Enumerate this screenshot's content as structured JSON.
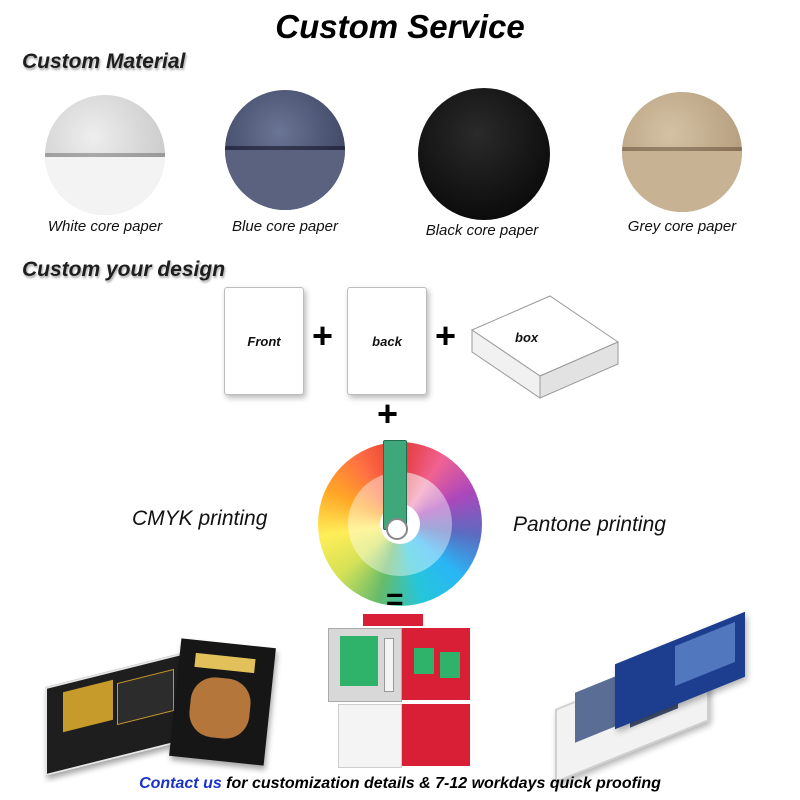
{
  "title": "Custom Service",
  "material": {
    "heading": "Custom Material",
    "items": [
      {
        "label": "White core paper",
        "color": "#d6d6d6"
      },
      {
        "label": "Blue core paper",
        "color": "#4b5473"
      },
      {
        "label": "Black core paper",
        "color": "#151515"
      },
      {
        "label": "Grey core paper",
        "color": "#c2ad8f"
      }
    ]
  },
  "design": {
    "heading": "Custom your design",
    "front_label": "Front",
    "back_label": "back",
    "box_label": "box",
    "plus": "+",
    "equals": "="
  },
  "printing": {
    "cmyk_label": "CMYK printing",
    "pantone_label": "Pantone printing"
  },
  "footer": {
    "link_text": "Contact us",
    "text": " for customization details & 7-12 workdays quick proofing"
  }
}
